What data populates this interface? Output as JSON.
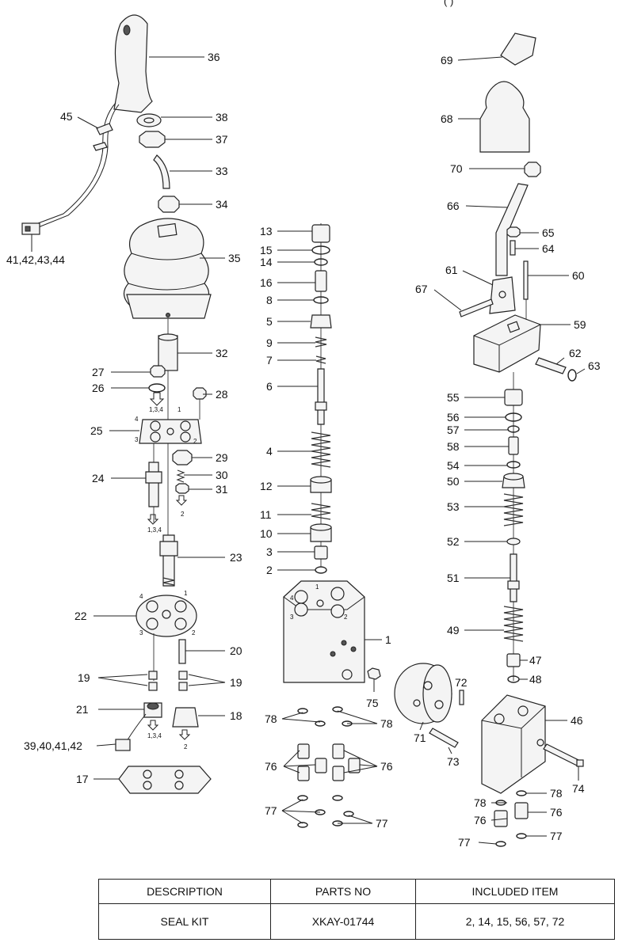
{
  "header_partial": "(                  )",
  "callouts": {
    "c36": "36",
    "c45": "45",
    "c38": "38",
    "c37": "37",
    "c33": "33",
    "c34": "34",
    "c4144": "41,42,43,44",
    "c35": "35",
    "c32": "32",
    "c27": "27",
    "c26": "26",
    "c28": "28",
    "c25": "25",
    "c29": "29",
    "c24": "24",
    "c30": "30",
    "c31": "31",
    "c23": "23",
    "c22": "22",
    "c20": "20",
    "c19a": "19",
    "c19b": "19",
    "c21": "21",
    "c18": "18",
    "c3942": "39,40,41,42",
    "c17": "17",
    "c13": "13",
    "c15": "15",
    "c14": "14",
    "c16": "16",
    "c8": "8",
    "c5": "5",
    "c9": "9",
    "c7": "7",
    "c6": "6",
    "c4": "4",
    "c12": "12",
    "c11": "11",
    "c10": "10",
    "c3": "3",
    "c2": "2",
    "c1": "1",
    "c75": "75",
    "c78a": "78",
    "c78b": "78",
    "c76a": "76",
    "c76b": "76",
    "c77a": "77",
    "c77b": "77",
    "c69": "69",
    "c68": "68",
    "c70": "70",
    "c66": "66",
    "c65": "65",
    "c64": "64",
    "c61": "61",
    "c60": "60",
    "c67": "67",
    "c59": "59",
    "c62": "62",
    "c63": "63",
    "c55": "55",
    "c56": "56",
    "c57": "57",
    "c58": "58",
    "c54": "54",
    "c50": "50",
    "c53": "53",
    "c52": "52",
    "c51": "51",
    "c49": "49",
    "c47": "47",
    "c48": "48",
    "c72": "72",
    "c46": "46",
    "c71": "71",
    "c73": "73",
    "c74": "74",
    "c78c": "78",
    "c78d": "78",
    "c76c": "76",
    "c76d": "76",
    "c77c": "77",
    "c77d": "77"
  },
  "port_labels": {
    "p1": "1",
    "p2": "2",
    "p3": "3",
    "p4": "4",
    "arrow_134a": "1,3,4",
    "arrow_134b": "1,3,4",
    "arrow_134c": "1,3,4",
    "arrow_2a": "2",
    "arrow_2b": "2"
  },
  "table": {
    "headers": [
      "DESCRIPTION",
      "PARTS NO",
      "INCLUDED ITEM"
    ],
    "rows": [
      [
        "SEAL KIT",
        "XKAY-01744",
        "2, 14, 15, 56, 57, 72"
      ]
    ]
  }
}
